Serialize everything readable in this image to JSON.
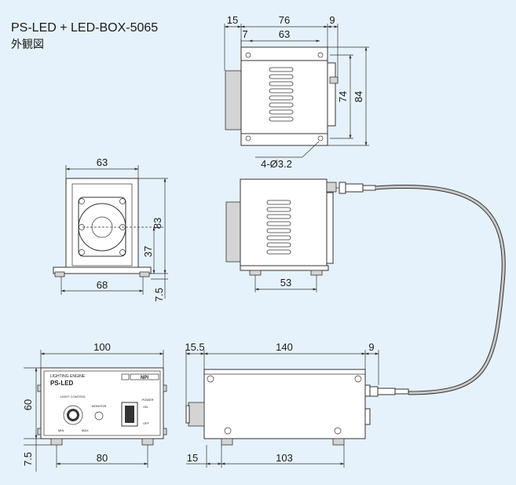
{
  "title": "PS-LED + LED-BOX-5065",
  "subtitle": "外観図",
  "top_view": {
    "d_15": "15",
    "d_76": "76",
    "d_9": "9",
    "d_7": "7",
    "d_63": "63",
    "d_74": "74",
    "d_84": "84",
    "hole_label": "4-Ø3.2"
  },
  "front_view": {
    "d_63": "63",
    "d_83": "83",
    "d_37": "37",
    "d_68": "68",
    "d_7_5": "7.5"
  },
  "side_view": {
    "d_53": "53"
  },
  "ps_front": {
    "d_100": "100",
    "d_60": "60",
    "d_7_5": "7.5",
    "d_80": "80",
    "panel_engine": "LIGHTING ENGINE",
    "panel_brand": "PS-LED",
    "panel_logo": "NPI",
    "panel_light_control": "LIGHT CONTROL",
    "panel_monitor": "MONITOR",
    "panel_power": "POWER",
    "panel_on": "ON",
    "panel_off": "OFF",
    "panel_min": "MIN",
    "panel_max": "MAX"
  },
  "ps_side": {
    "d_15_5": "15.5",
    "d_140": "140",
    "d_9": "9",
    "d_15": "15",
    "d_103": "103"
  }
}
